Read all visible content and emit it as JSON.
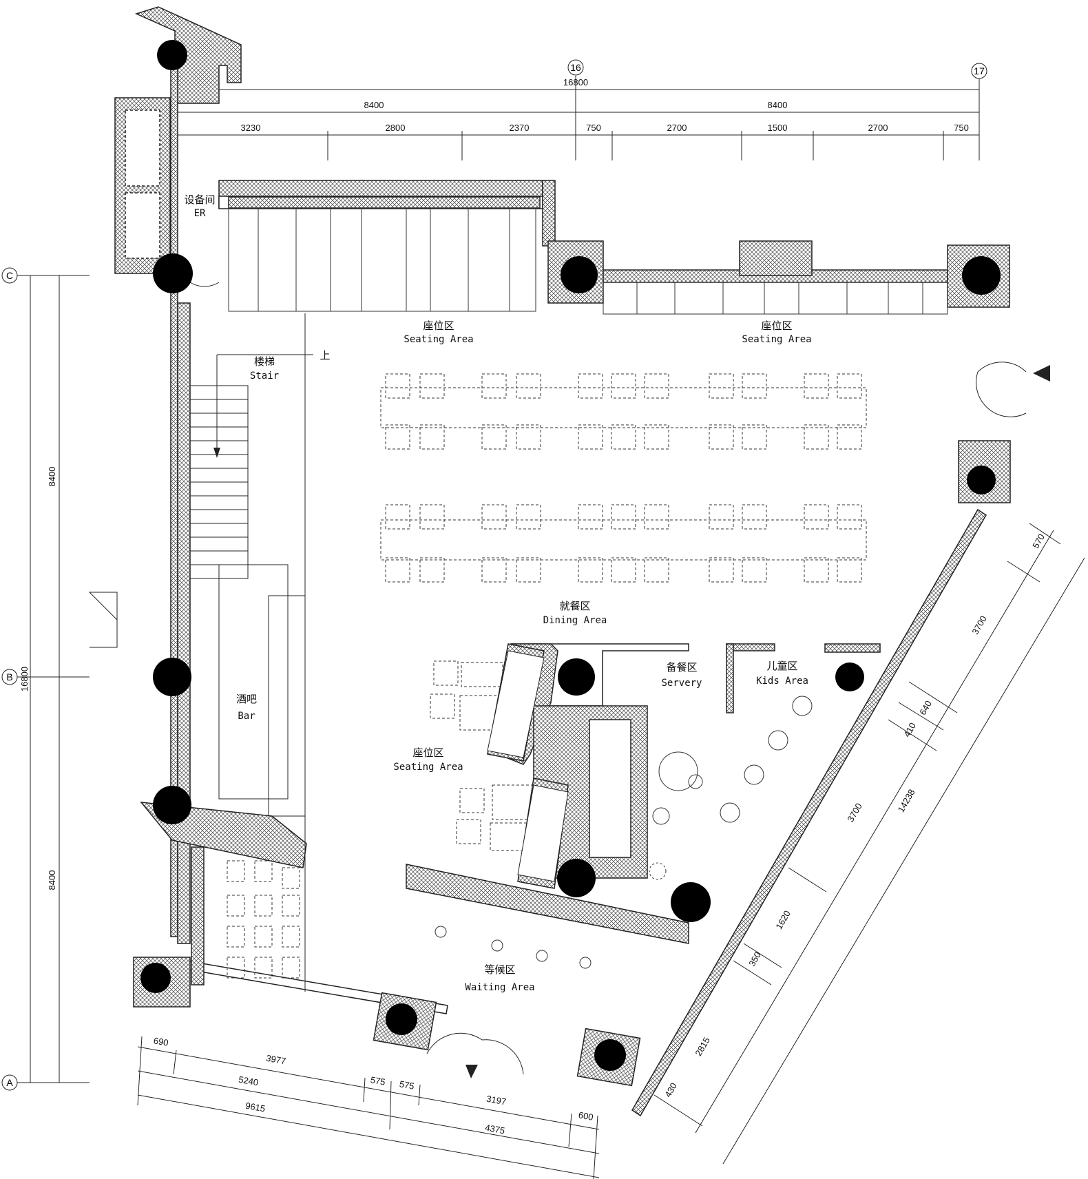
{
  "plan": {
    "grid_axes": {
      "top": [
        "16",
        "17"
      ],
      "left": [
        "C",
        "B",
        "A"
      ]
    },
    "dimensions": {
      "top_total": "16800",
      "top_halves": [
        "8400",
        "8400"
      ],
      "top_segments": [
        "3230",
        "2800",
        "2370",
        "750",
        "2700",
        "1500",
        "2700",
        "750"
      ],
      "left_total": "16800",
      "left_halves": [
        "8400",
        "8400"
      ],
      "bottom_row1": [
        "690",
        "3977"
      ],
      "bottom_row2": [
        "5240",
        "575",
        "575",
        "3197"
      ],
      "bottom_row3": [
        "9615",
        "4375",
        "600"
      ],
      "diag_outer": "14238",
      "diag_segments": [
        "570",
        "3700",
        "640",
        "410",
        "3700",
        "1620",
        "350",
        "2815",
        "430"
      ]
    },
    "rooms": {
      "er": {
        "zh": "设备间",
        "en": "ER"
      },
      "seating_top_left": {
        "zh": "座位区",
        "en": "Seating Area"
      },
      "seating_top_right": {
        "zh": "座位区",
        "en": "Seating Area"
      },
      "stair": {
        "zh": "楼梯",
        "en": "Stair",
        "up": "上"
      },
      "bar": {
        "zh": "酒吧",
        "en": "Bar"
      },
      "dining": {
        "zh": "就餐区",
        "en": "Dining Area"
      },
      "servery": {
        "zh": "备餐区",
        "en": "Servery"
      },
      "kids": {
        "zh": "儿童区",
        "en": "Kids Area"
      },
      "seating_mid": {
        "zh": "座位区",
        "en": "Seating Area"
      },
      "waiting": {
        "zh": "等候区",
        "en": "Waiting Area"
      }
    }
  }
}
